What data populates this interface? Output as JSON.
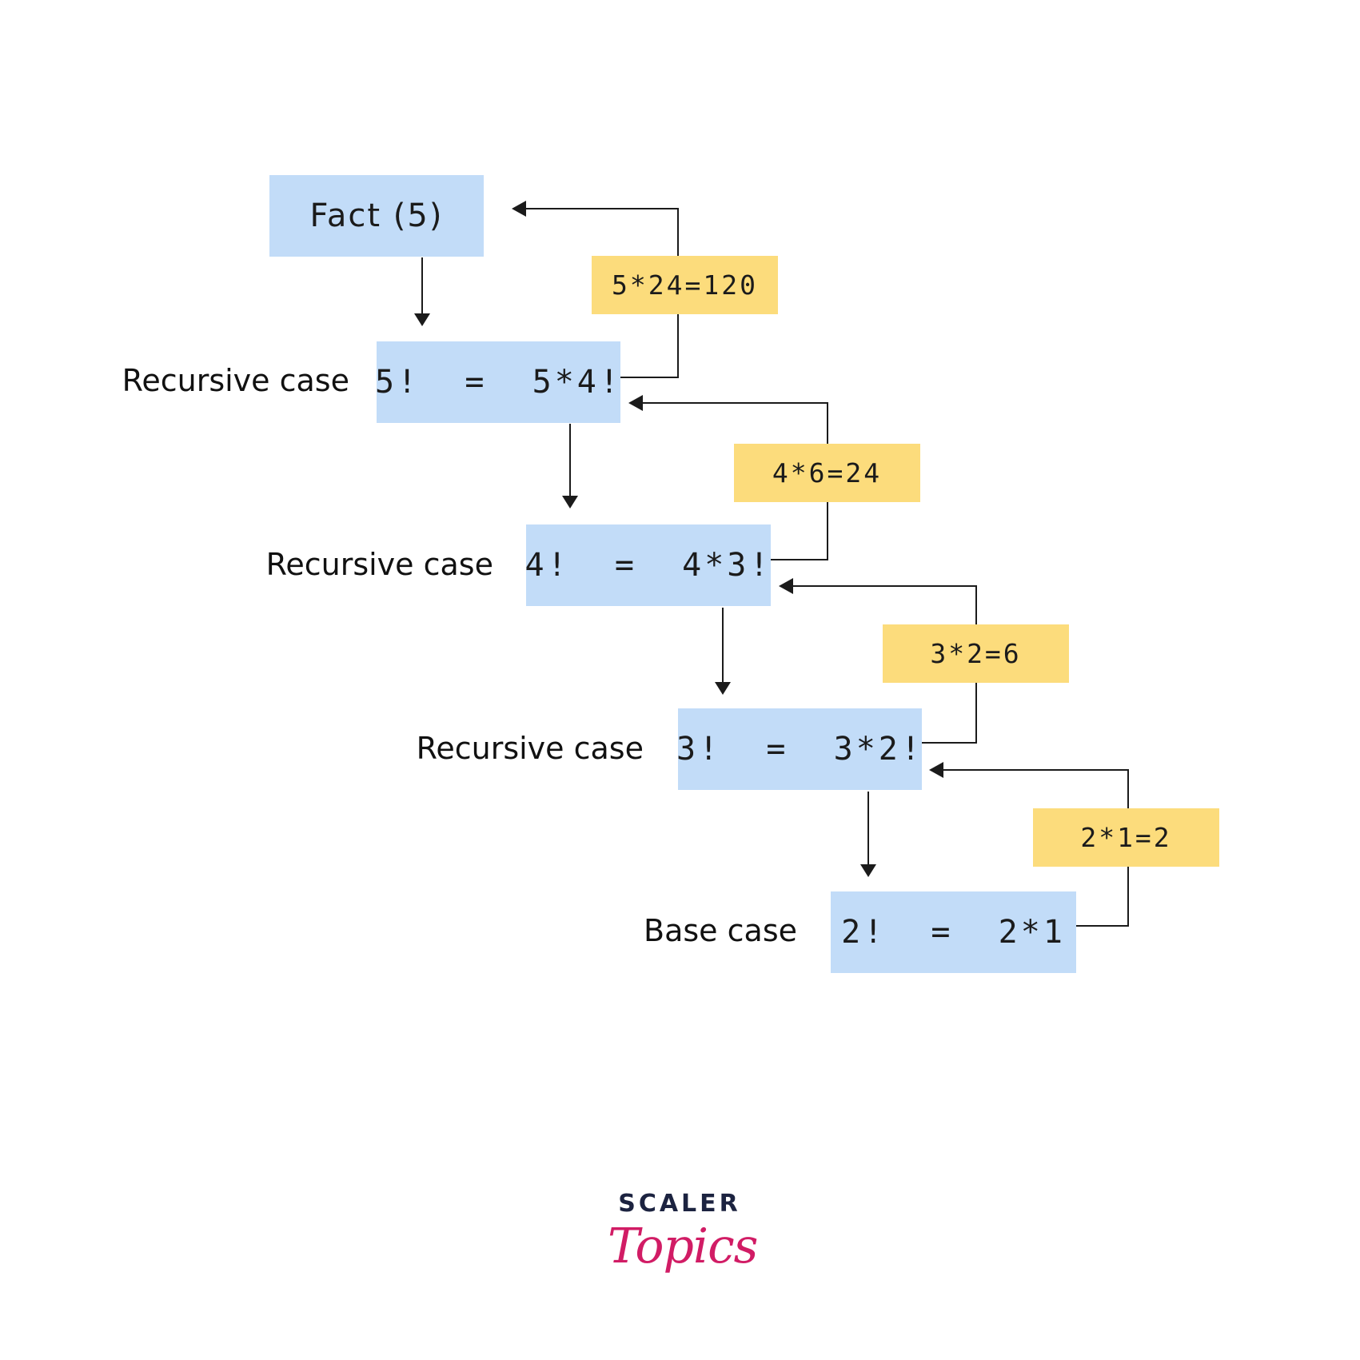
{
  "nodes": [
    {
      "id": "fact5",
      "text": "Fact (5)"
    },
    {
      "id": "n5",
      "text": "5!  =  5*4!"
    },
    {
      "id": "n4",
      "text": "4!  =  4*3!"
    },
    {
      "id": "n3",
      "text": "3!  =  3*2!"
    },
    {
      "id": "n2",
      "text": "2!  =  2*1"
    }
  ],
  "case_labels": [
    {
      "node": "n5",
      "text": "Recursive case"
    },
    {
      "node": "n4",
      "text": "Recursive case"
    },
    {
      "node": "n3",
      "text": "Recursive case"
    },
    {
      "node": "n2",
      "text": "Base case"
    }
  ],
  "results": [
    {
      "text": "5*24=120",
      "from": "n5",
      "to": "fact5"
    },
    {
      "text": "4*6=24",
      "from": "n4",
      "to": "n5"
    },
    {
      "text": "3*2=6",
      "from": "n3",
      "to": "n4"
    },
    {
      "text": "2*1=2",
      "from": "n2",
      "to": "n3"
    }
  ],
  "edges": [
    {
      "from": "fact5",
      "to": "n5"
    },
    {
      "from": "n5",
      "to": "n4"
    },
    {
      "from": "n4",
      "to": "n3"
    },
    {
      "from": "n3",
      "to": "n2"
    }
  ],
  "logo": {
    "top": "SCALER",
    "bottom": "Topics"
  },
  "colors": {
    "call_box": "#c2dcf8",
    "result_box": "#fcdc7c",
    "line": "#1b1b1b",
    "logo_dark": "#1c2340",
    "logo_pink": "#d11c65"
  }
}
